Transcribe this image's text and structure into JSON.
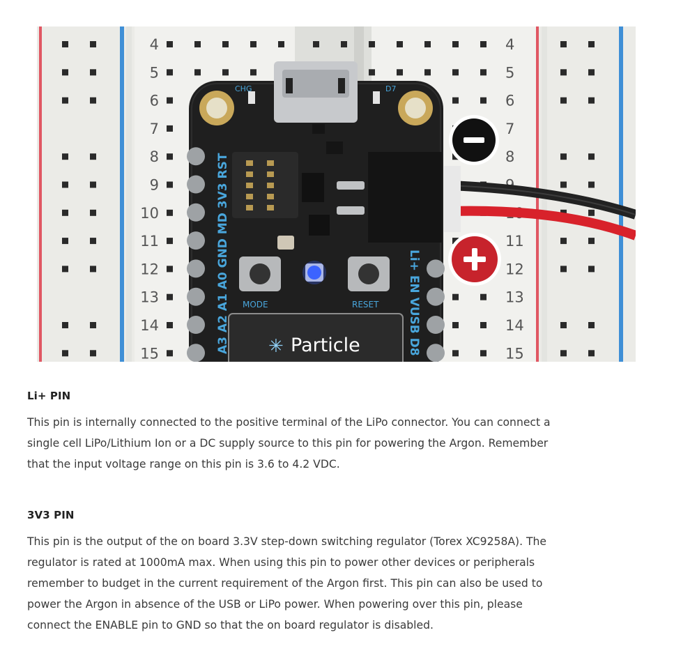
{
  "figure": {
    "brand": "Particle",
    "row_numbers": [
      "4",
      "5",
      "6",
      "7",
      "8",
      "9",
      "10",
      "11",
      "12",
      "13",
      "14",
      "15"
    ],
    "left_pin_labels": [
      "RST",
      "3V3",
      "MD",
      "GND",
      "A0",
      "A1",
      "A2",
      "A3"
    ],
    "right_pin_labels": [
      "Li+",
      "EN",
      "VUSB",
      "D8"
    ],
    "top_labels": {
      "chg": "CHG",
      "d7": "D7"
    },
    "button_labels": {
      "mode": "MODE",
      "reset": "RESET"
    },
    "connector_symbols": {
      "negative": "−",
      "positive": "+"
    },
    "colors": {
      "board": "#1f1f1f",
      "silkscreen": "#49a6dc",
      "breadboard": "#ededea",
      "rail_red": "#e05763",
      "rail_blue": "#3f8fd6",
      "led": "#3b63ff",
      "wire_red": "#d8222b",
      "positive_badge": "#c7232c"
    }
  },
  "sections": [
    {
      "title": "Li+ PIN",
      "lines": [
        "This pin is internally connected to the positive terminal of the LiPo connector. You can connect a",
        "single cell LiPo/Lithium Ion or a DC supply source to this pin for powering the Argon. Remember",
        "that the input voltage range on this pin is 3.6 to 4.2 VDC."
      ]
    },
    {
      "title": "3V3 PIN",
      "lines": [
        "This pin is the output of the on board 3.3V step-down switching regulator (Torex XC9258A). The",
        "regulator is rated at 1000mA max. When using this pin to power other devices or peripherals",
        "remember to budget in the current requirement of the Argon first. This pin can also be used to",
        "power the Argon in absence of the USB or LiPo power. When powering over this pin, please",
        "connect the ENABLE pin to GND so that the on board regulator is disabled."
      ]
    }
  ]
}
